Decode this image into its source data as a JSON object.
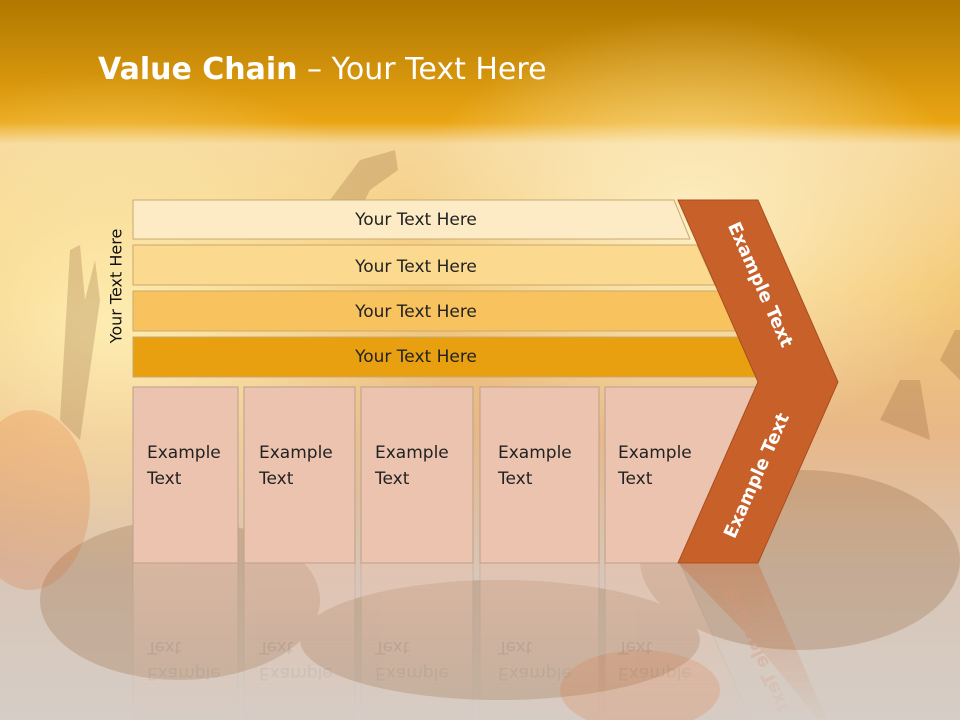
{
  "slide": {
    "title_bold": "Value Chain",
    "title_rest": " – Your Text Here",
    "side_label": "Your Text Here"
  },
  "bands": [
    {
      "label": "Your Text Here",
      "color": "#fdebc6"
    },
    {
      "label": "Your Text Here",
      "color": "#fbd98f"
    },
    {
      "label": "Your Text Here",
      "color": "#f8c35e"
    },
    {
      "label": "Your Text Here",
      "color": "#e8a010"
    }
  ],
  "boxes": [
    {
      "line1": "Example",
      "line2": "Text"
    },
    {
      "line1": "Example",
      "line2": "Text"
    },
    {
      "line1": "Example",
      "line2": "Text"
    },
    {
      "line1": "Example",
      "line2": "Text"
    },
    {
      "line1": "Example",
      "line2": "Text"
    }
  ],
  "chevron": {
    "upper_text": "Example Text",
    "lower_text": "Example Text",
    "color": "#c8602a"
  },
  "colors": {
    "box_fill": "#ecc3ae",
    "box_border": "#b8a090",
    "header_gold": "#e9a30f"
  }
}
